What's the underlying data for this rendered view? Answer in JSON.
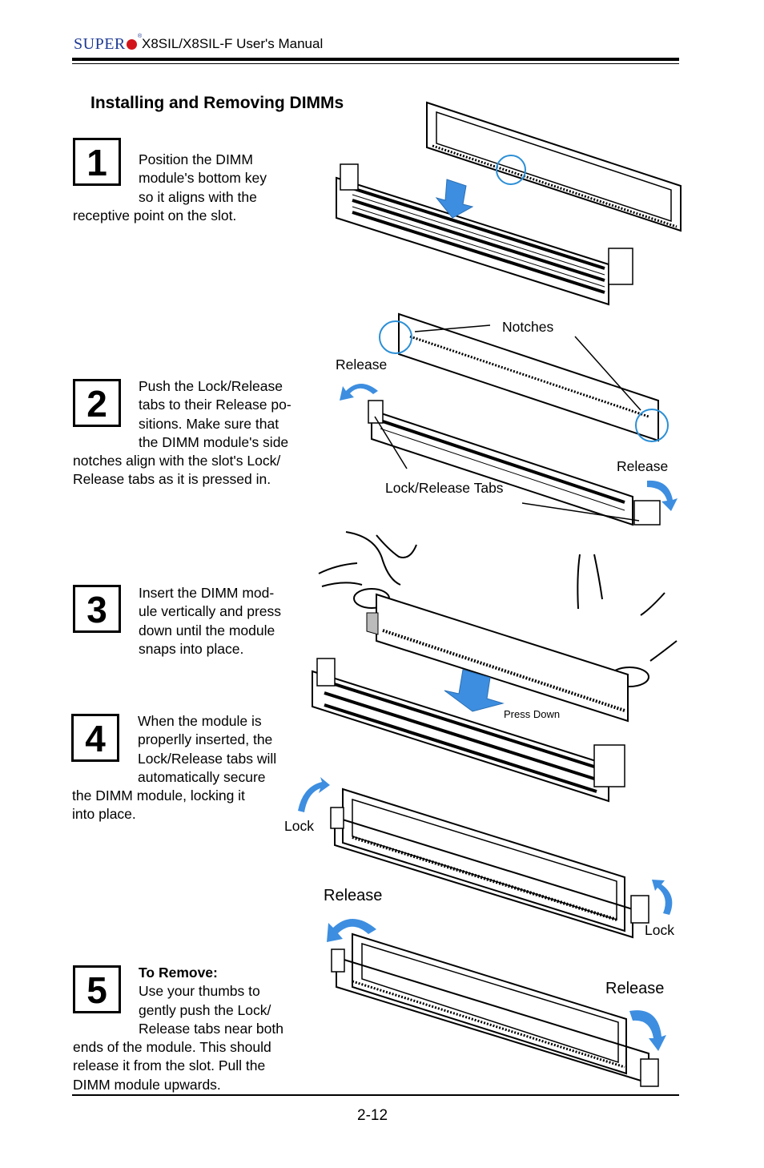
{
  "header": {
    "brand": "SUPER",
    "registered": "®",
    "manual_title": "X8SIL/X8SIL-F User's Manual"
  },
  "section_title": "Installing and Removing DIMMs",
  "steps": [
    {
      "number": "1",
      "lines": [
        "Position the DIMM",
        "module's bottom key",
        "so it aligns with the",
        "receptive point on the slot."
      ]
    },
    {
      "number": "2",
      "lines": [
        "Push the Lock/Release",
        "tabs to their Release po-",
        "sitions.  Make sure that",
        "the DIMM module's side",
        "notches align with the slot's Lock/",
        "Release tabs as it is pressed in."
      ]
    },
    {
      "number": "3",
      "lines": [
        "Insert the DIMM mod-",
        "ule vertically and press",
        "down until the module",
        "snaps into place."
      ]
    },
    {
      "number": "4",
      "lines": [
        "When the module is",
        "properlly inserted, the",
        "Lock/Release tabs will",
        "automatically secure",
        "the DIMM module, locking it",
        "into place."
      ]
    },
    {
      "number": "5",
      "heading": "To Remove:",
      "lines": [
        "Use your thumbs to",
        "gently push the Lock/",
        "Release tabs near both",
        "ends of the module. This should",
        "release it from the slot.  Pull the",
        "DIMM module upwards."
      ]
    }
  ],
  "labels": {
    "notches": "Notches",
    "release": "Release",
    "lock_release_tabs": "Lock/Release Tabs",
    "press_down": "Press Down",
    "lock": "Lock"
  },
  "colors": {
    "brand_blue": "#1f3a93",
    "brand_red": "#d2141a",
    "arrow_blue": "#3d8ee0",
    "highlight_circle": "#2b8fd6"
  },
  "page_number": "2-12"
}
